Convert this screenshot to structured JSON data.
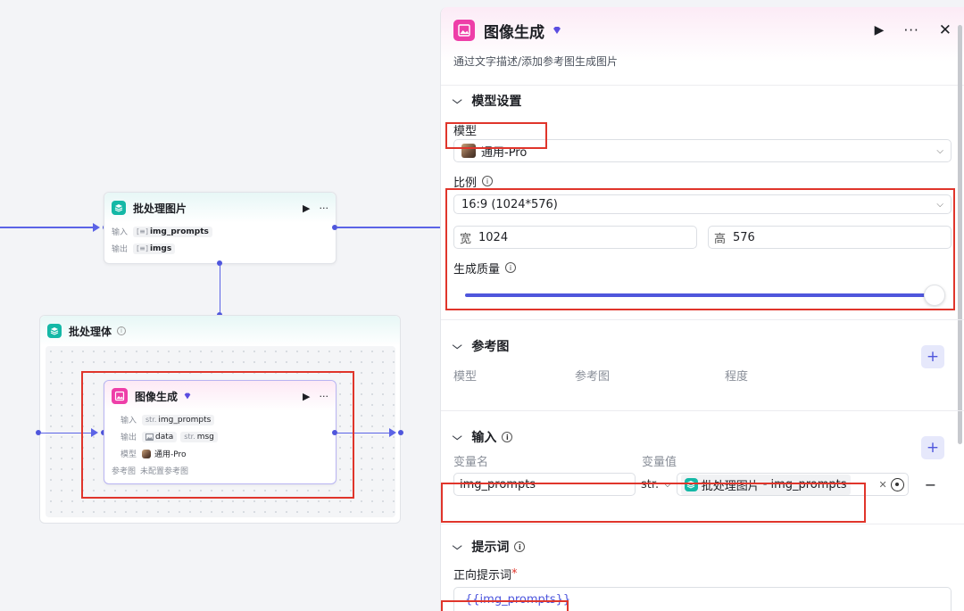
{
  "canvas": {
    "batch_node": {
      "title": "批处理图片",
      "input_label": "输入",
      "input_type": "[≡]",
      "input_value": "img_prompts",
      "output_label": "输出",
      "output_type": "[≡]",
      "output_value": "imgs"
    },
    "group": {
      "title": "批处理体"
    },
    "image_node": {
      "title": "图像生成",
      "input_label": "输入",
      "input_type": "str.",
      "input_value": "img_prompts",
      "output_label": "输出",
      "output_value_1": "data",
      "output_type_2": "str.",
      "output_value_2": "msg",
      "model_label": "模型",
      "model_value": "通用-Pro",
      "ref_label": "参考图",
      "ref_value": "未配置参考图"
    }
  },
  "panel": {
    "title": "图像生成",
    "description": "通过文字描述/添加参考图生成图片",
    "model_section": {
      "title": "模型设置",
      "model_label": "模型",
      "model_value": "通用-Pro",
      "ratio_label": "比例",
      "ratio_value": "16:9 (1024*576)",
      "width_prefix": "宽",
      "width_value": "1024",
      "height_prefix": "高",
      "height_value": "576",
      "quality_label": "生成质量",
      "quality_level": 1.0
    },
    "ref_section": {
      "title": "参考图",
      "col_model": "模型",
      "col_ref": "参考图",
      "col_degree": "程度"
    },
    "input_section": {
      "title": "输入",
      "col_name": "变量名",
      "col_value": "变量值",
      "var_name": "img_prompts",
      "var_type": "str.",
      "ref_node": "批处理图片",
      "ref_sep": "-",
      "ref_var": "img_prompts"
    },
    "prompt_section": {
      "title": "提示词",
      "positive_label": "正向提示词",
      "required_mark": "*",
      "positive_value": "{{img_prompts}}"
    }
  },
  "colors": {
    "accent": "#4f56dc",
    "brand_pink": "#ee3ea8",
    "teal": "#14b8a6",
    "highlight_red": "#e0352b"
  }
}
